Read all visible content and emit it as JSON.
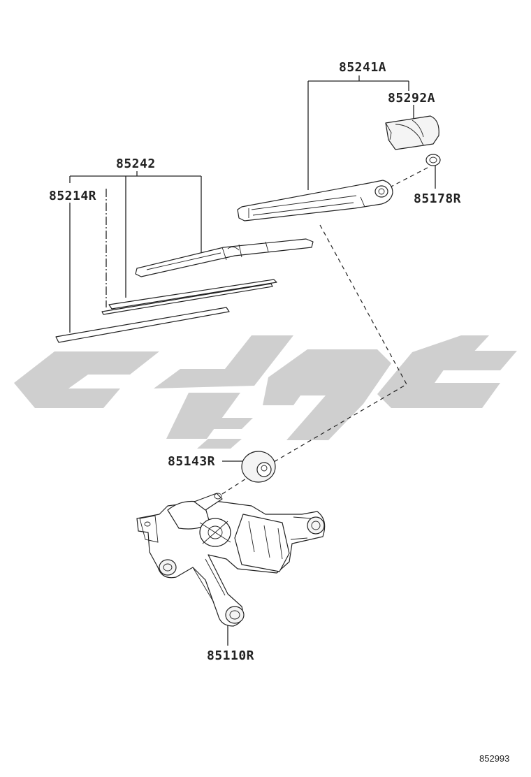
{
  "parts": {
    "arm_assy": "85241A",
    "arm_cover": "85292A",
    "nut": "85178R",
    "blade": "85242",
    "blade_rubber": "85214R",
    "pivot_cap": "85143R",
    "motor_assy": "85110R"
  },
  "figure_id": "852993",
  "colors": {
    "line": "#222222",
    "watermark": "#cfcfcf",
    "background": "#ffffff"
  }
}
